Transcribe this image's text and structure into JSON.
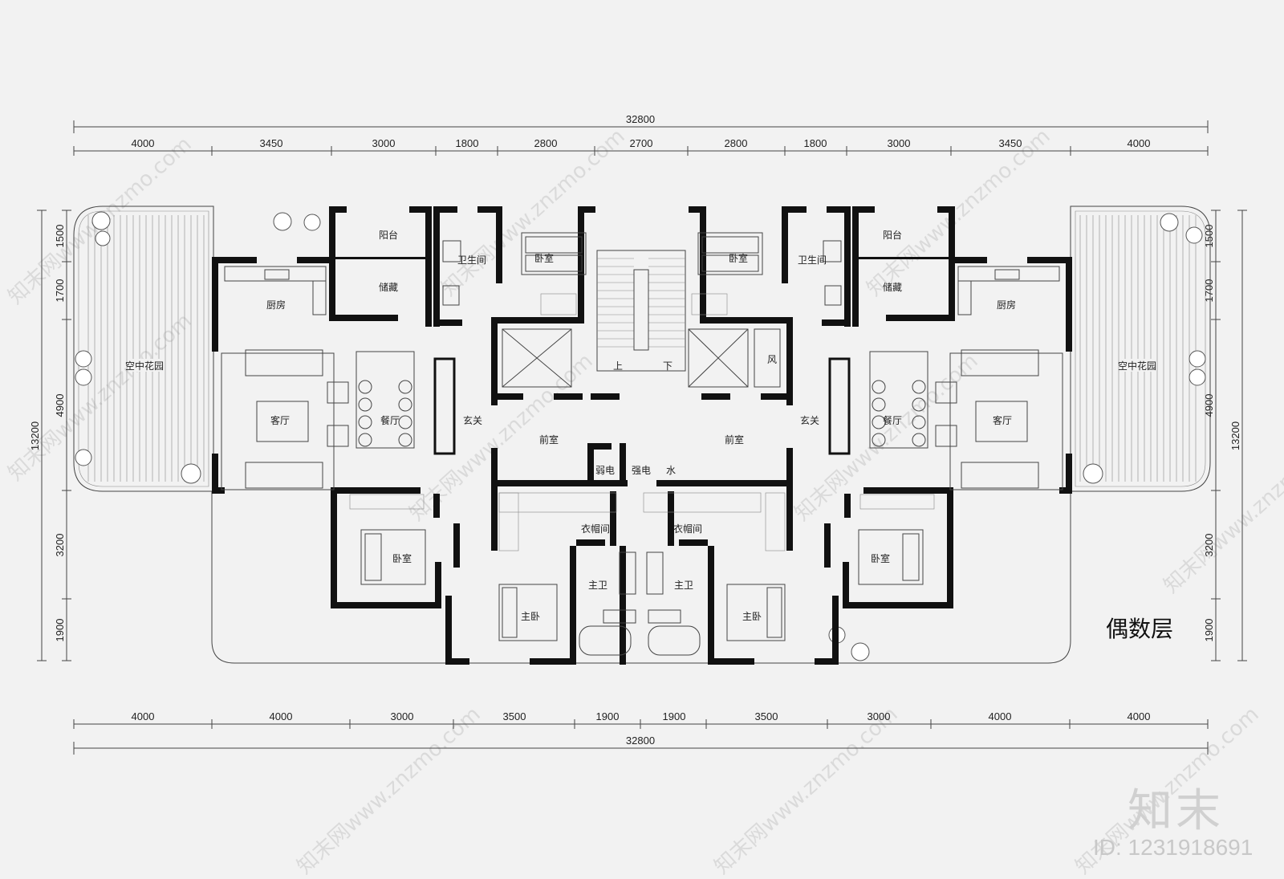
{
  "dimensions": {
    "top_total": "32800",
    "top_segments": [
      "4000",
      "3450",
      "3000",
      "1800",
      "2800",
      "2700",
      "2800",
      "1800",
      "3000",
      "3450",
      "4000"
    ],
    "bottom_total": "32800",
    "bottom_segments": [
      "4000",
      "4000",
      "3000",
      "3500",
      "1900",
      "1900",
      "3500",
      "3000",
      "4000",
      "4000"
    ],
    "left_segments": [
      "1500",
      "1700",
      "4900",
      "3200",
      "1900"
    ],
    "left_total": "13200",
    "right_segments": [
      "1500",
      "1700",
      "4900",
      "3200",
      "1900"
    ],
    "right_total": "13200"
  },
  "rooms": {
    "sky_garden": "空中花园",
    "balcony": "阳台",
    "storage": "储藏",
    "kitchen": "厨房",
    "bathroom": "卫生间",
    "bedroom": "卧室",
    "living": "客厅",
    "dining": "餐厅",
    "entry": "玄关",
    "lobby": "前室",
    "lobby_right": "前室",
    "weak_elec": "弱电",
    "strong_elec": "强电",
    "water": "水",
    "wind": "风",
    "stair_up": "上",
    "stair_down": "下",
    "closet": "衣帽间",
    "master_bath": "主卫",
    "master_bed": "主卧"
  },
  "floor_title": "偶数层",
  "brand": {
    "logo": "知末",
    "id": "ID: 1231918691",
    "watermark": "知末网www.znzmo.com"
  }
}
